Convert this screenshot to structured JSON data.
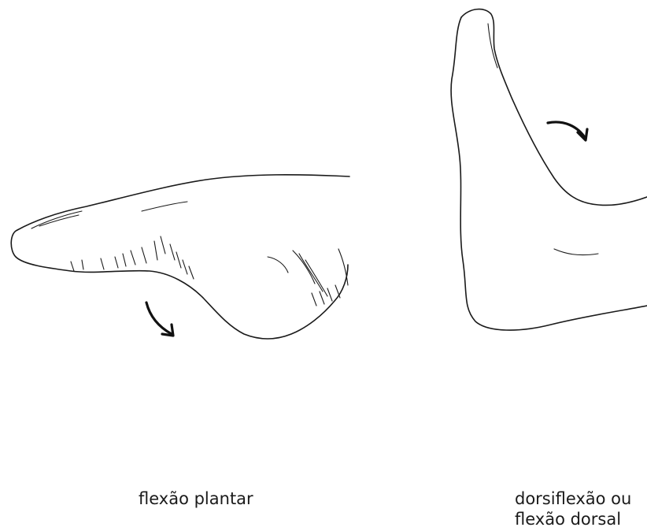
{
  "captions": {
    "plantar_flexion": "flexão plantar",
    "dorsiflexion_line1": "dorsiflexão ou",
    "dorsiflexion_line2": "flexão dorsal"
  },
  "colors": {
    "line": "#1a1a1a",
    "arrow": "#111111",
    "background": "#ffffff"
  }
}
